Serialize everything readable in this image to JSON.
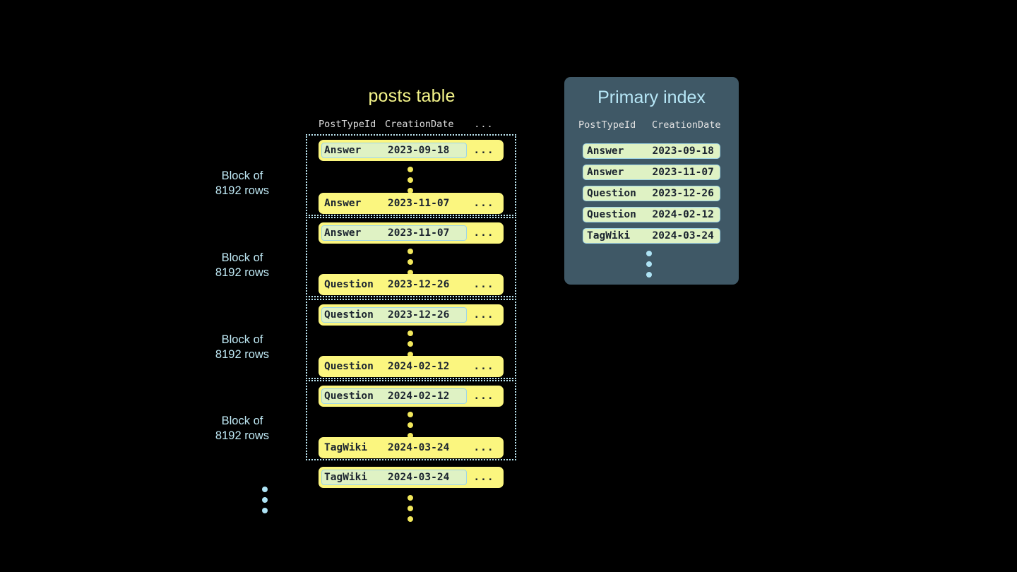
{
  "background_color": "#000000",
  "colors": {
    "row_yellow": "#fbf67f",
    "highlight_green": "#dff2c4",
    "accent_blue": "#bfe9f5",
    "panel_slate": "#3f5866",
    "dot_yellow": "#f2e85c",
    "dot_blue": "#aee3f5",
    "title_yellow": "#f5f58a",
    "text_dark": "#1b2430"
  },
  "posts_table": {
    "title": "posts table",
    "columns": [
      "PostTypeId",
      "CreationDate",
      "..."
    ],
    "ellipsis": "...",
    "blocks": [
      {
        "label_line1": "Block of",
        "label_line2": "8192 rows",
        "first_row": {
          "type": "Answer",
          "date": "2023-09-18",
          "more": "...",
          "highlight": true
        },
        "last_row": {
          "type": "Answer",
          "date": "2023-11-07",
          "more": "...",
          "highlight": false
        }
      },
      {
        "label_line1": "Block of",
        "label_line2": "8192 rows",
        "first_row": {
          "type": "Answer",
          "date": "2023-11-07",
          "more": "...",
          "highlight": true
        },
        "last_row": {
          "type": "Question",
          "date": "2023-12-26",
          "more": "...",
          "highlight": false
        }
      },
      {
        "label_line1": "Block of",
        "label_line2": "8192 rows",
        "first_row": {
          "type": "Question",
          "date": "2023-12-26",
          "more": "...",
          "highlight": true
        },
        "last_row": {
          "type": "Question",
          "date": "2024-02-12",
          "more": "...",
          "highlight": false
        }
      },
      {
        "label_line1": "Block of",
        "label_line2": "8192 rows",
        "first_row": {
          "type": "Question",
          "date": "2024-02-12",
          "more": "...",
          "highlight": true
        },
        "last_row": {
          "type": "TagWiki",
          "date": "2024-03-24",
          "more": "...",
          "highlight": false
        }
      }
    ],
    "trailing_row": {
      "type": "TagWiki",
      "date": "2024-03-24",
      "more": "...",
      "highlight": true
    }
  },
  "primary_index": {
    "title": "Primary index",
    "columns": [
      "PostTypeId",
      "CreationDate"
    ],
    "rows": [
      {
        "type": "Answer",
        "date": "2023-09-18"
      },
      {
        "type": "Answer",
        "date": "2023-11-07"
      },
      {
        "type": "Question",
        "date": "2023-12-26"
      },
      {
        "type": "Question",
        "date": "2024-02-12"
      },
      {
        "type": "TagWiki",
        "date": "2024-03-24"
      }
    ]
  }
}
